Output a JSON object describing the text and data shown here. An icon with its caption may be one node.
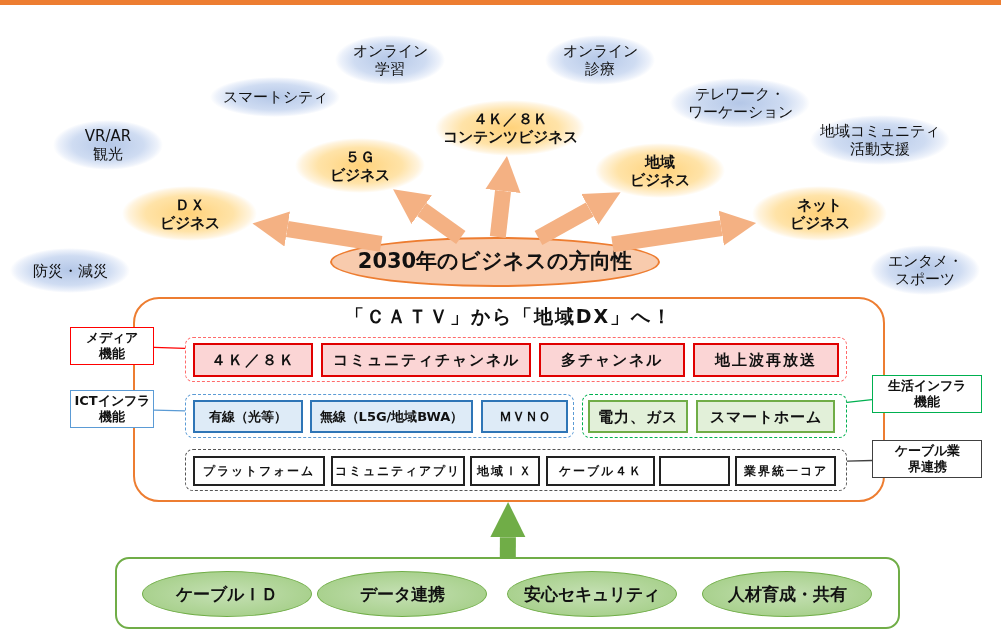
{
  "diagram": {
    "nodes": [
      {
        "text": [
          "オンライン学習"
        ]
      },
      {
        "text": [
          "オンライン診療"
        ]
      },
      {
        "text": [
          "スマートシティ"
        ]
      },
      {
        "text": [
          "テレワーク・ワーケーション"
        ]
      },
      {
        "text": [
          "４Ｋ／８Ｋコンテンツビジネス"
        ]
      },
      {
        "text": [
          "VR/AR観光"
        ]
      },
      {
        "text": [
          "５Ｇビジネス"
        ]
      },
      {
        "text": [
          "地域ビジネス"
        ]
      },
      {
        "text": [
          "地域コミュニティ活動支援"
        ]
      },
      {
        "text": [
          "ＤＸビジネス"
        ]
      },
      {
        "text": [
          "ネットビジネス"
        ]
      },
      {
        "text": [
          "防災・減災"
        ]
      },
      {
        "text": [
          "2030年のビジネスの方向性"
        ]
      },
      {
        "text": [
          "エンタメ・スポーツ"
        ]
      },
      {
        "text": [
          "「ＣＡＴＶ」から「地域DX」へ！"
        ]
      },
      {
        "text": [
          "メディア機能"
        ]
      },
      {
        "text": [],
        "shape": "box",
        "in": 14
      },
      {
        "text": [
          "４Ｋ／８Ｋ"
        ],
        "in": 16
      },
      {
        "text": [
          "コミュニティチャンネル"
        ],
        "in": 16
      },
      {
        "text": [
          "多チャンネル"
        ],
        "in": 16
      },
      {
        "text": [
          "地上波再放送"
        ],
        "in": 16
      },
      {
        "text": [
          "ICTインフラ機能"
        ]
      },
      {
        "text": [],
        "shape": "box",
        "in": 14
      },
      {
        "text": [
          "有線（光等）"
        ],
        "in": 22
      },
      {
        "text": [
          "無線（L5G/地域BWA）"
        ],
        "in": 22
      },
      {
        "text": [
          "ＭＶＮＯ"
        ],
        "in": 22
      },
      {
        "text": [],
        "shape": "box",
        "in": 14
      },
      {
        "text": [
          "電力、ガス"
        ],
        "in": 26
      },
      {
        "text": [
          "スマートホーム"
        ],
        "in": 26
      },
      {
        "text": [
          "生活インフラ機能"
        ]
      },
      {
        "text": [],
        "shape": "box",
        "in": 14
      },
      {
        "text": [
          "プラットフォーム"
        ],
        "in": 30
      },
      {
        "text": [
          "コミュニティアプリ"
        ],
        "in": 30
      },
      {
        "text": [
          "地域ＩＸ"
        ],
        "in": 30
      },
      {
        "text": [
          "ケーブル４Ｋ"
        ],
        "in": 30
      },
      {
        "text": [],
        "shape": "box",
        "in": 30
      },
      {
        "text": [
          "業界統一コア"
        ],
        "in": 30
      },
      {
        "text": [
          "ケーブル業界連携"
        ]
      },
      {
        "text": [],
        "shape": "box"
      },
      {
        "text": [
          "ケーブルＩＤ"
        ],
        "in": 38
      },
      {
        "text": [
          "データ連携"
        ],
        "in": 38
      },
      {
        "text": [
          "安心セキュリティ"
        ],
        "in": 38
      },
      {
        "text": [
          "人材育成・共有"
        ],
        "in": 38
      }
    ],
    "edges": [
      {
        "from": 12,
        "to": 9,
        "arrow": "to"
      },
      {
        "from": 12,
        "to": 6,
        "arrow": "to"
      },
      {
        "from": 12,
        "to": 4,
        "arrow": "to"
      },
      {
        "from": 12,
        "to": 7,
        "arrow": "to"
      },
      {
        "from": 12,
        "to": 10,
        "arrow": "to"
      },
      {
        "from": 15,
        "to": 16,
        "arrow": "none",
        "color": "#ff0000"
      },
      {
        "from": 21,
        "to": 22,
        "arrow": "none",
        "color": "#5b9bd5"
      },
      {
        "from": 29,
        "to": 26,
        "arrow": "none",
        "color": "#00b050"
      },
      {
        "from": 37,
        "to": 30,
        "arrow": "none",
        "color": "#404040"
      },
      {
        "from": 38,
        "to": 14,
        "arrow": "to",
        "color": "#70ad47"
      }
    ]
  }
}
